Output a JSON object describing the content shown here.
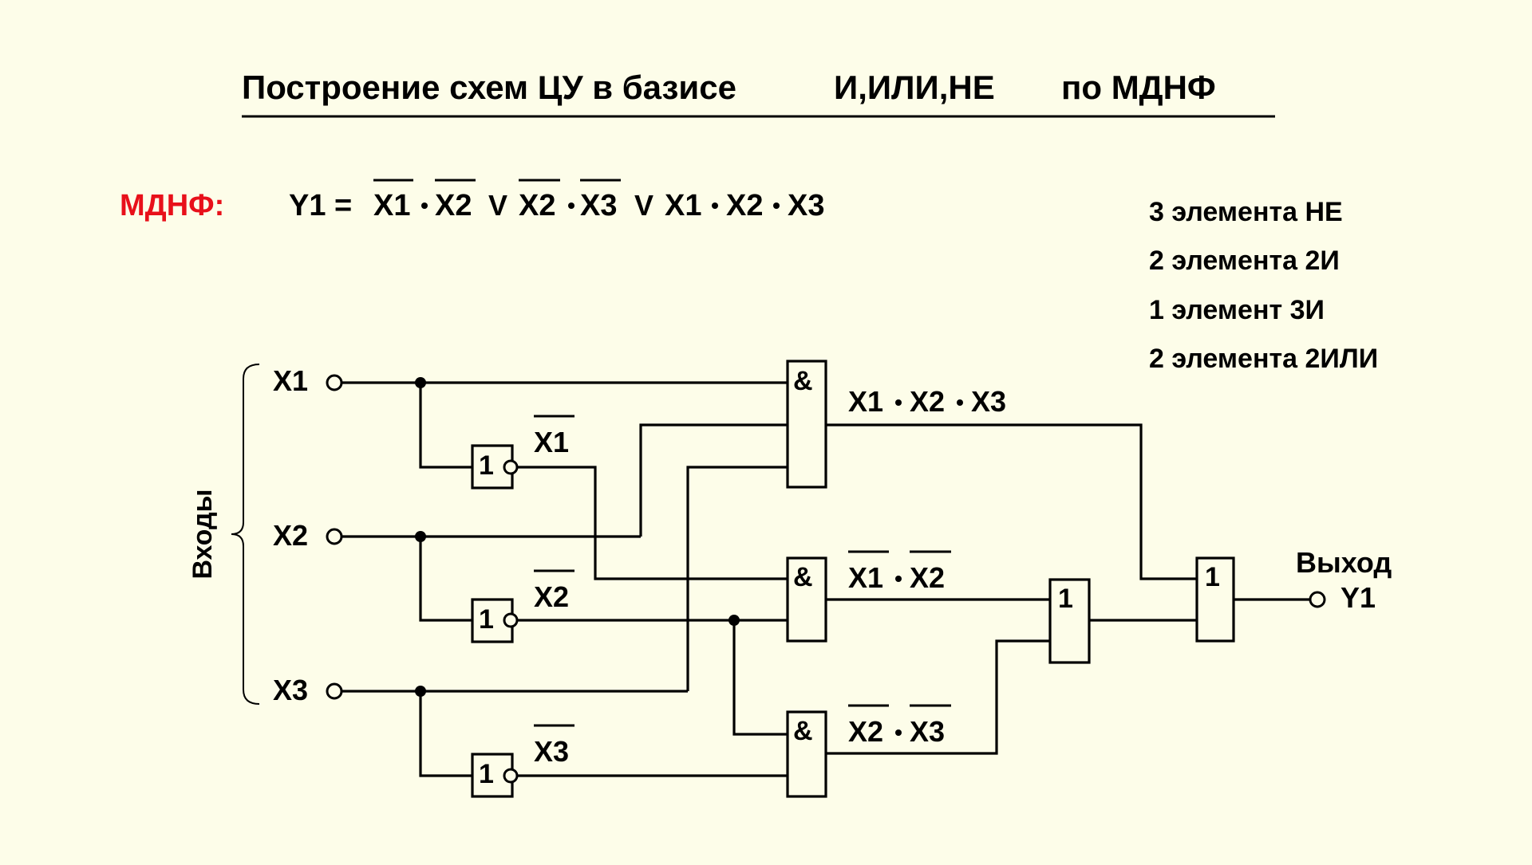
{
  "title": {
    "main": "Построение схем ЦУ в базисе",
    "basis": "И,ИЛИ,НЕ",
    "suffix": "по МДНФ"
  },
  "formula": {
    "label": "МДНФ:",
    "label_color": "#e8101a",
    "y": "Y1 =",
    "t1a": "X1",
    "t1b": "X2",
    "or1": "V",
    "t2a": "X2",
    "t2b": "X3",
    "or2": "V",
    "t3a": "X1",
    "t3b": "X2",
    "t3c": "X3"
  },
  "summary": [
    "3 элемента НЕ",
    "2 элемента 2И",
    "1 элемент 3И",
    "2 элемента 2ИЛИ"
  ],
  "inputs": {
    "group_label": "Входы",
    "x1": "X1",
    "x2": "X2",
    "x3": "X3"
  },
  "output": {
    "label": "Выход",
    "name": "Y1"
  },
  "gates": {
    "not_symbol": "1",
    "and_symbol": "&",
    "or_symbol": "1"
  },
  "signals": {
    "nx1": "X1",
    "nx2": "X2",
    "nx3": "X3",
    "and3_a": "X1",
    "and3_b": "X2",
    "and3_c": "X3",
    "and1_a": "X1",
    "and1_b": "X2",
    "and2_a": "X2",
    "and2_b": "X3"
  }
}
